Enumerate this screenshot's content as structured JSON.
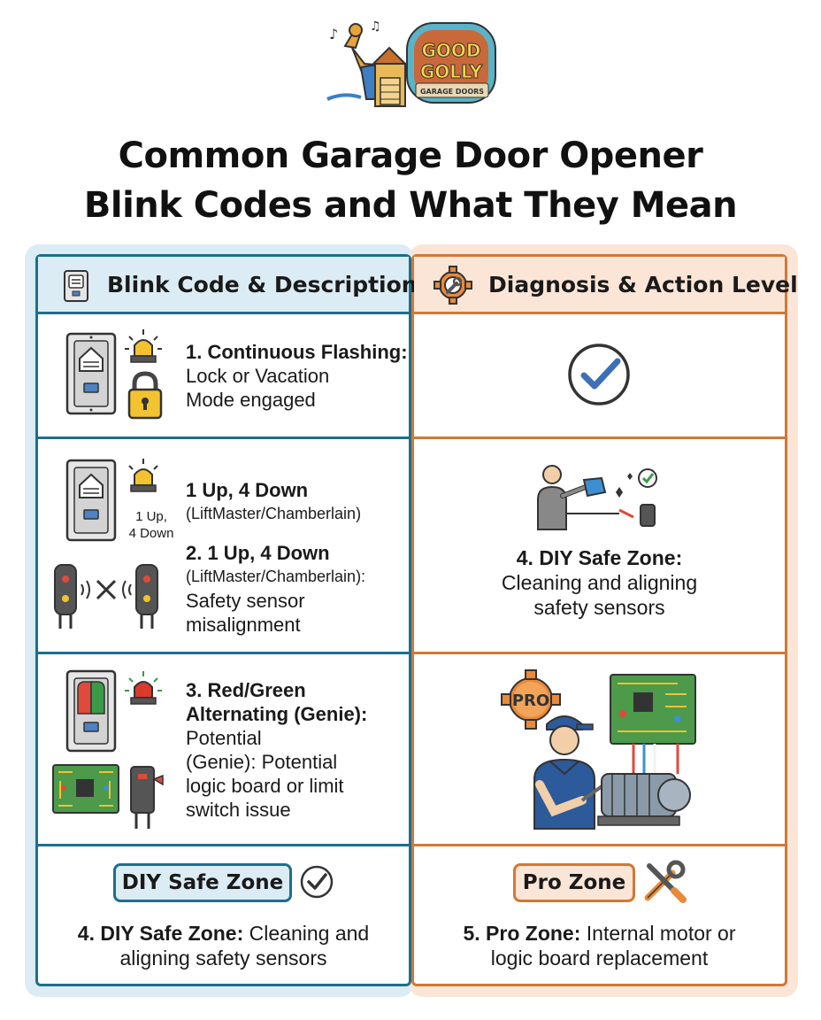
{
  "logo": {
    "line1": "GOOD",
    "line2": "GOLLY",
    "line3": "GARAGE DOORS"
  },
  "title": {
    "line1": "Common Garage Door Opener",
    "line2": "Blink Codes and What They Mean"
  },
  "headers": {
    "left": "Blink Code & Description",
    "right": "Diagnosis & Action Level"
  },
  "rows": [
    {
      "left_bold": "1. Continuous Flashing:",
      "left_line2": "Lock or Vacation",
      "left_line3": "Mode engaged"
    },
    {
      "icon_label_1": "1 Up,",
      "icon_label_2": "4 Down",
      "left_bold_a": "1 Up, 4 Down",
      "left_sub_a": "(LiftMaster/Chamberlain)",
      "left_bold_b": "2. 1 Up, 4 Down",
      "left_sub_b1": "(LiftMaster/Chamberlain):",
      "left_line_b2": "Safety sensor",
      "left_line_b3": "misalignment",
      "right_bold": "4. DIY Safe Zone:",
      "right_line2": "Cleaning and aligning",
      "right_line3": "safety sensors"
    },
    {
      "left_bold_1": "3. Red/Green",
      "left_bold_2": "Alternating (Genie):",
      "left_line3": "Potential",
      "left_line4": "(Genie): Potential",
      "left_line5": "logic board or limit",
      "left_line6": "switch issue",
      "pro_gear_label": "PRO"
    }
  ],
  "footer": {
    "left_badge": "DIY Safe Zone",
    "left_bold": "4. DIY Safe Zone:",
    "left_rest": " Cleaning and",
    "left_line2": "aligning safety sensors",
    "right_badge": "Pro Zone",
    "right_bold": "5. Pro Zone:",
    "right_rest": " Internal motor or",
    "right_line2": "logic board replacement"
  },
  "colors": {
    "blue": "#1d6f8c",
    "orange": "#d27835",
    "blue_bg": "#dcecf5",
    "orange_bg": "#fbe5d6"
  }
}
